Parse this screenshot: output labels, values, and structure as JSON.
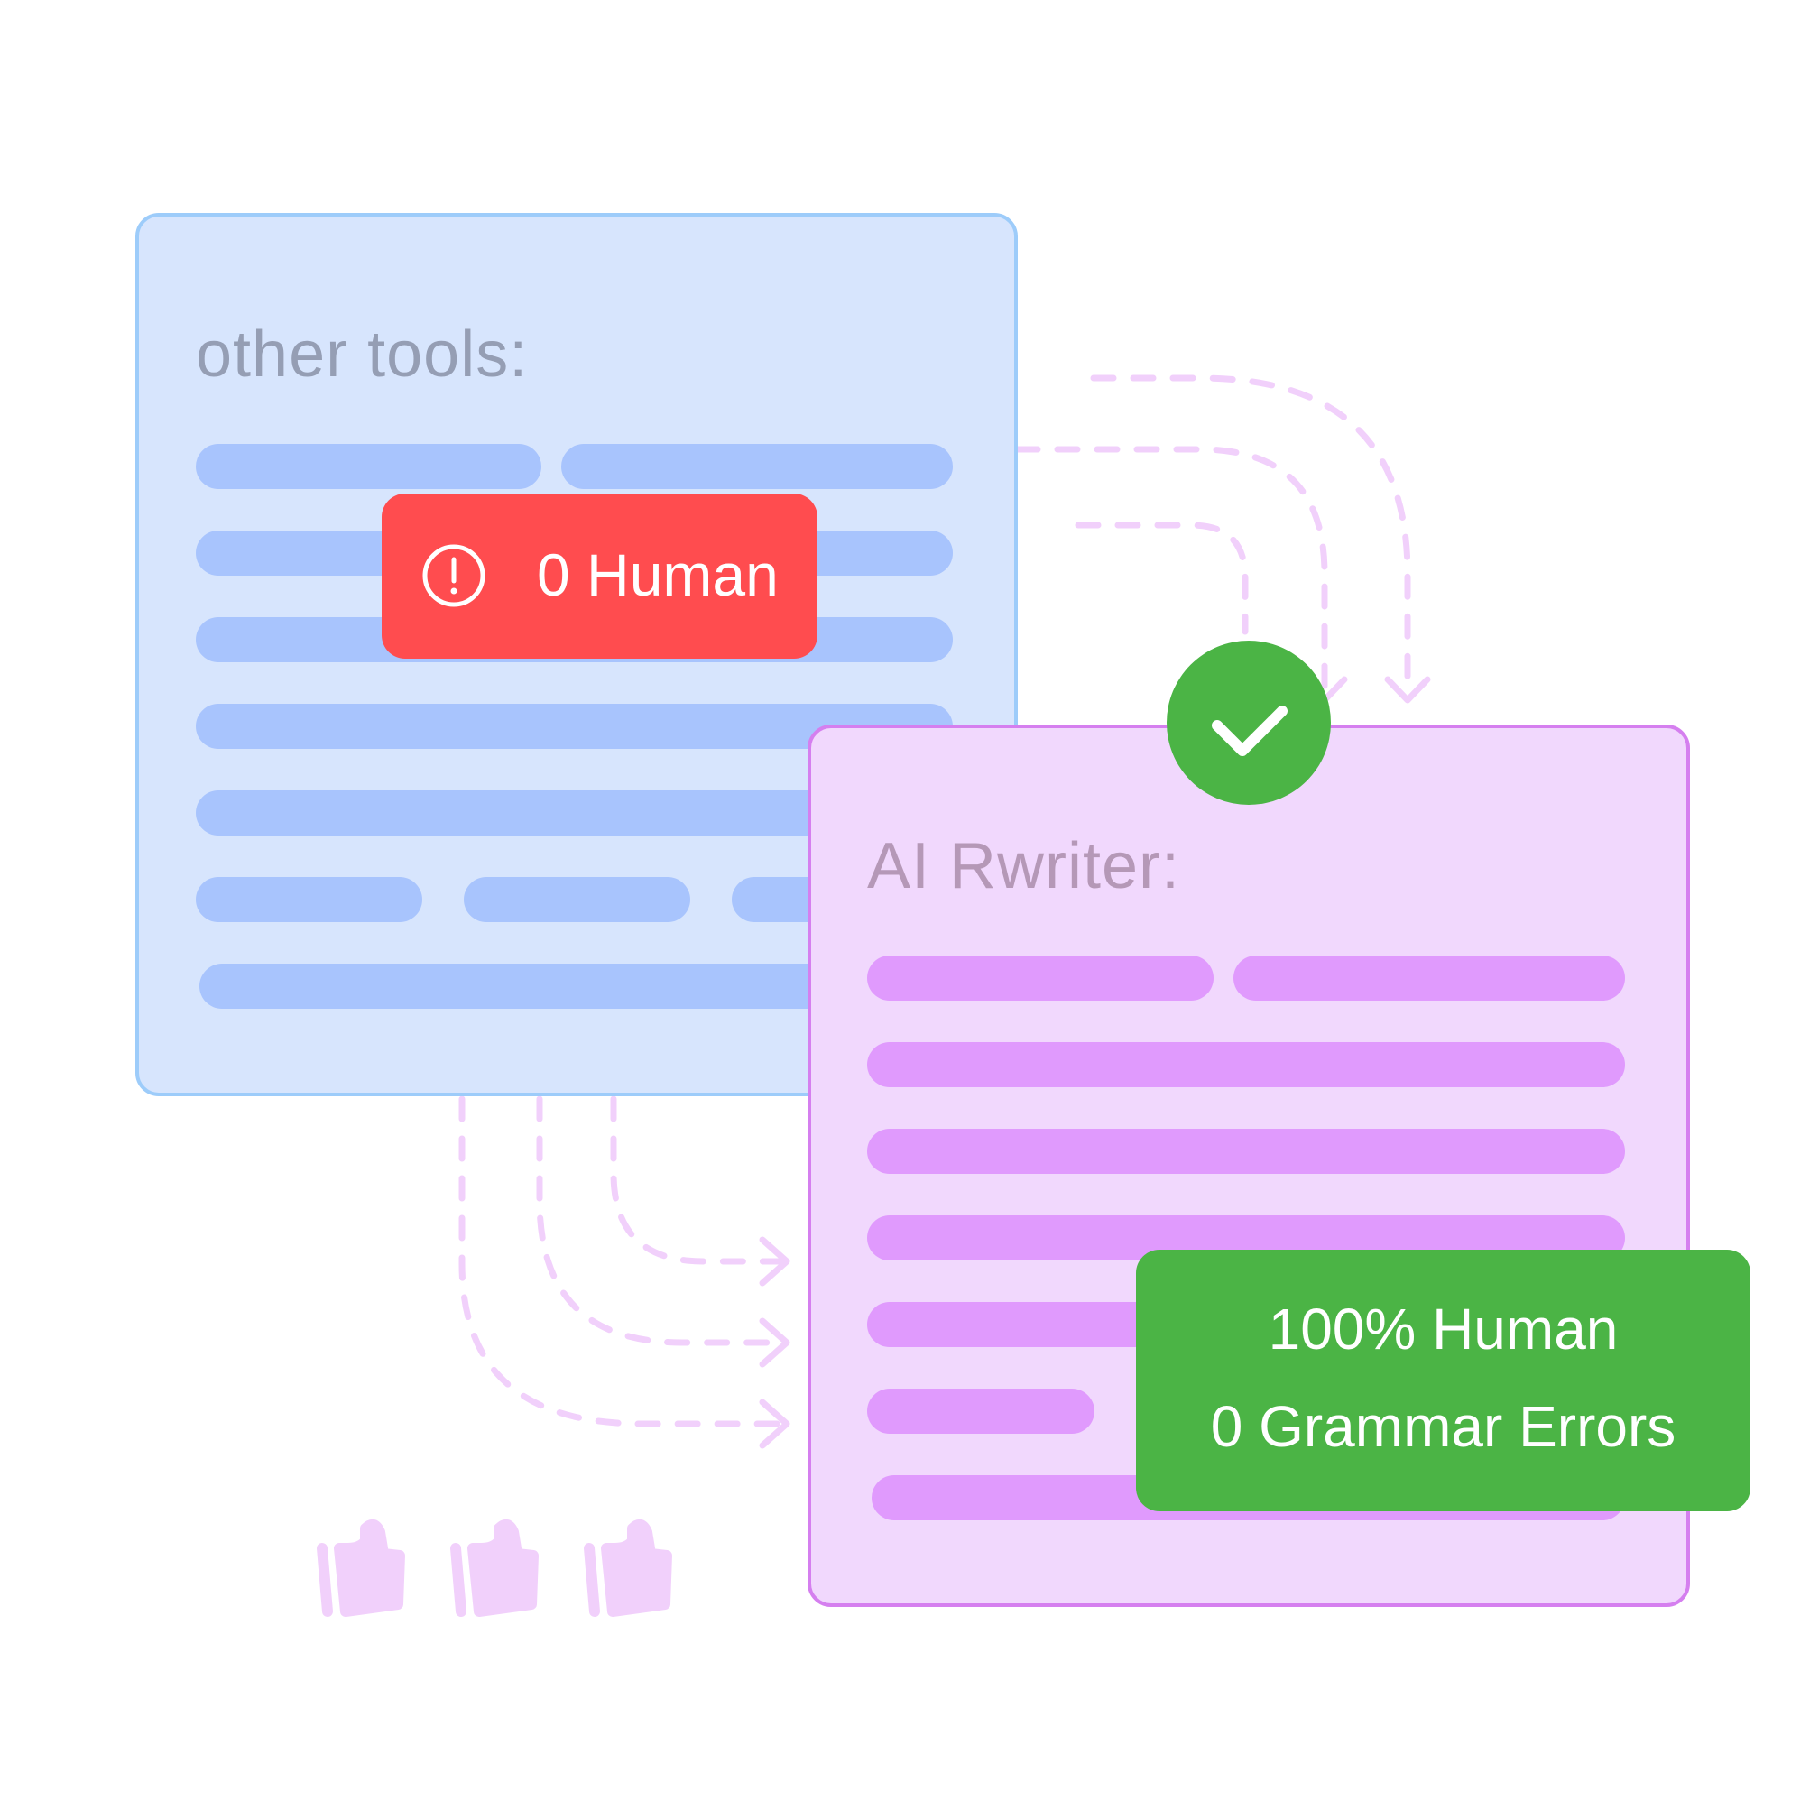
{
  "other_card": {
    "title": "other tools:",
    "badge_text": "0 Human",
    "badge_icon": "alert-circle-icon"
  },
  "ai_card": {
    "title": "AI Rwriter:",
    "check_icon": "checkmark-icon"
  },
  "result_badge": {
    "line1": "100% Human",
    "line2": "0 Grammar Errors"
  },
  "colors": {
    "blue_card_bg": "#d7e5fd",
    "blue_bar": "#a8c4fd",
    "purple_card_bg": "#f1d8fd",
    "purple_bar": "#e09afd",
    "red_badge": "#ff4c4f",
    "green_badge": "#4bb445",
    "dashed_arrow": "#f1d0fb"
  },
  "decorations": {
    "thumbs_up_icons": 3
  }
}
